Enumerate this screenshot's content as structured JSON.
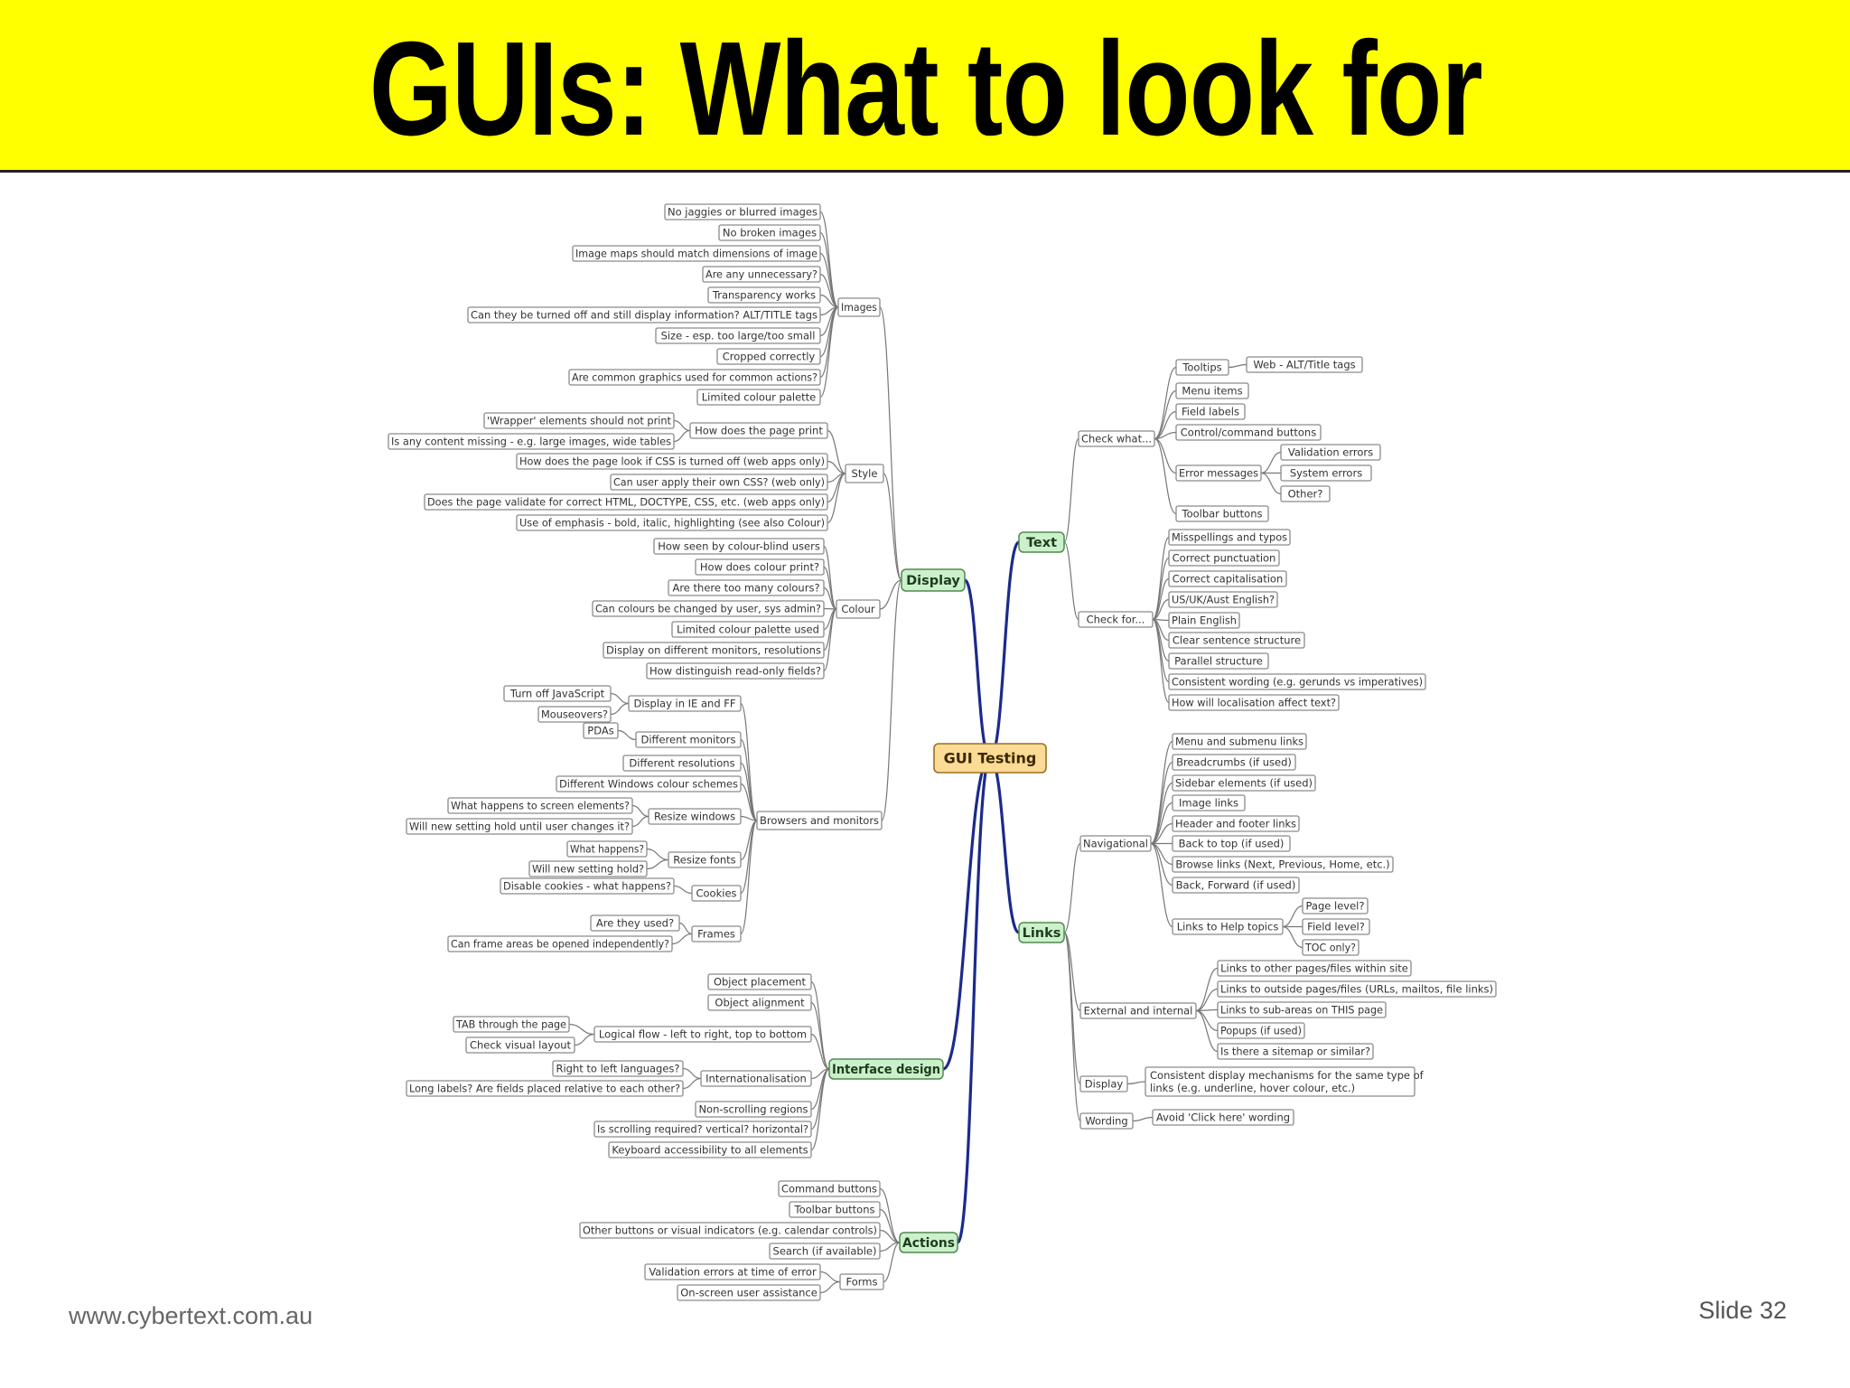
{
  "slide": {
    "title": "GUIs: What to look for",
    "footer_left": "www.cybertext.com.au",
    "footer_right": "Slide 32",
    "colors": {
      "header": "#ffff00",
      "branch_fill": "#ccf0cc",
      "root_fill": "#fbdb95",
      "main_line": "#1c2a8c"
    }
  },
  "mindmap": {
    "root": "GUI Testing",
    "branches": [
      {
        "label": "Display",
        "children": [
          {
            "label": "Images",
            "children": [
              {
                "label": "No jaggies or blurred images"
              },
              {
                "label": "No broken images"
              },
              {
                "label": "Image maps should match dimensions of image"
              },
              {
                "label": "Are any unnecessary?"
              },
              {
                "label": "Transparency works"
              },
              {
                "label": "Can they be turned off and still display information? ALT/TITLE tags"
              },
              {
                "label": "Size - esp. too large/too small"
              },
              {
                "label": "Cropped correctly"
              },
              {
                "label": "Are common graphics used for common actions?"
              },
              {
                "label": "Limited colour palette"
              }
            ]
          },
          {
            "label": "Style",
            "children": [
              {
                "label": "How does the page print",
                "children": [
                  {
                    "label": "'Wrapper' elements should not print"
                  },
                  {
                    "label": "Is any content missing - e.g. large images, wide tables"
                  }
                ]
              },
              {
                "label": "How does the page look if CSS is turned off (web apps only)"
              },
              {
                "label": "Can user apply their own CSS? (web only)"
              },
              {
                "label": "Does the page validate for correct HTML, DOCTYPE, CSS, etc. (web apps only)"
              },
              {
                "label": "Use of emphasis - bold, italic, highlighting (see also Colour)"
              }
            ]
          },
          {
            "label": "Colour",
            "children": [
              {
                "label": "How seen by colour-blind users"
              },
              {
                "label": "How does colour print?"
              },
              {
                "label": "Are there too many colours?"
              },
              {
                "label": "Can colours be changed by user, sys admin?"
              },
              {
                "label": "Limited colour palette used"
              },
              {
                "label": "Display on different monitors, resolutions"
              },
              {
                "label": "How distinguish read-only fields?"
              }
            ]
          },
          {
            "label": "Browsers and monitors",
            "children": [
              {
                "label": "Display in IE and FF",
                "children": [
                  {
                    "label": "Turn off JavaScript"
                  },
                  {
                    "label": "Mouseovers?"
                  }
                ]
              },
              {
                "label": "Different monitors",
                "children": [
                  {
                    "label": "PDAs"
                  }
                ]
              },
              {
                "label": "Different resolutions"
              },
              {
                "label": "Different Windows colour schemes"
              },
              {
                "label": "Resize windows",
                "children": [
                  {
                    "label": "What happens to screen elements?"
                  },
                  {
                    "label": "Will new setting hold until user changes it?"
                  }
                ]
              },
              {
                "label": "Resize fonts",
                "children": [
                  {
                    "label": "What happens?"
                  },
                  {
                    "label": "Will new setting hold?"
                  }
                ]
              },
              {
                "label": "Cookies",
                "children": [
                  {
                    "label": "Disable cookies - what happens?"
                  }
                ]
              },
              {
                "label": "Frames",
                "children": [
                  {
                    "label": "Are they used?"
                  },
                  {
                    "label": "Can frame areas be opened independently?"
                  }
                ]
              }
            ]
          }
        ]
      },
      {
        "label": "Interface design",
        "children": [
          {
            "label": "Object placement"
          },
          {
            "label": "Object alignment"
          },
          {
            "label": "Logical flow - left to right, top to bottom",
            "children": [
              {
                "label": "TAB through the page"
              },
              {
                "label": "Check visual layout"
              }
            ]
          },
          {
            "label": "Internationalisation",
            "children": [
              {
                "label": "Right to left languages?"
              },
              {
                "label": "Long labels? Are fields placed relative to each other?"
              }
            ]
          },
          {
            "label": "Non-scrolling regions"
          },
          {
            "label": "Is scrolling required? vertical? horizontal?"
          },
          {
            "label": "Keyboard accessibility to all elements"
          }
        ]
      },
      {
        "label": "Actions",
        "children": [
          {
            "label": "Command buttons"
          },
          {
            "label": "Toolbar buttons"
          },
          {
            "label": "Other buttons or visual indicators (e.g. calendar controls)"
          },
          {
            "label": "Search (if available)"
          },
          {
            "label": "Forms",
            "children": [
              {
                "label": "Validation errors at time of error"
              },
              {
                "label": "On-screen user assistance"
              }
            ]
          }
        ]
      },
      {
        "label": "Text",
        "children": [
          {
            "label": "Check what...",
            "children": [
              {
                "label": "Tooltips",
                "children": [
                  {
                    "label": "Web - ALT/Title tags"
                  }
                ]
              },
              {
                "label": "Menu items"
              },
              {
                "label": "Field labels"
              },
              {
                "label": "Control/command buttons"
              },
              {
                "label": "Error messages",
                "children": [
                  {
                    "label": "Validation errors"
                  },
                  {
                    "label": "System errors"
                  },
                  {
                    "label": "Other?"
                  }
                ]
              },
              {
                "label": "Toolbar buttons"
              }
            ]
          },
          {
            "label": "Check for...",
            "children": [
              {
                "label": "Misspellings and typos"
              },
              {
                "label": "Correct punctuation"
              },
              {
                "label": "Correct capitalisation"
              },
              {
                "label": "US/UK/Aust English?"
              },
              {
                "label": "Plain English"
              },
              {
                "label": "Clear sentence structure"
              },
              {
                "label": "Parallel structure"
              },
              {
                "label": "Consistent wording (e.g. gerunds vs imperatives)"
              },
              {
                "label": "How will localisation affect text?"
              }
            ]
          }
        ]
      },
      {
        "label": "Links",
        "children": [
          {
            "label": "Navigational",
            "children": [
              {
                "label": "Menu and submenu links"
              },
              {
                "label": "Breadcrumbs (if used)"
              },
              {
                "label": "Sidebar elements (if used)"
              },
              {
                "label": "Image links"
              },
              {
                "label": "Header and footer links"
              },
              {
                "label": "Back to top (if used)"
              },
              {
                "label": "Browse links (Next, Previous, Home, etc.)"
              },
              {
                "label": "Back, Forward (if used)"
              },
              {
                "label": "Links to Help topics",
                "children": [
                  {
                    "label": "Page level?"
                  },
                  {
                    "label": "Field level?"
                  },
                  {
                    "label": "TOC only?"
                  }
                ]
              }
            ]
          },
          {
            "label": "External and internal",
            "children": [
              {
                "label": "Links to other pages/files within site"
              },
              {
                "label": "Links to outside pages/files (URLs, mailtos, file links)"
              },
              {
                "label": "Links to sub-areas on THIS page"
              },
              {
                "label": "Popups (if used)"
              },
              {
                "label": "Is there a sitemap or similar?"
              }
            ]
          },
          {
            "label": "Display",
            "children": [
              {
                "label": "Consistent display mechanisms for the same type of links (e.g. underline, hover colour, etc.)"
              }
            ]
          },
          {
            "label": "Wording",
            "children": [
              {
                "label": "Avoid 'Click here' wording"
              }
            ]
          }
        ]
      }
    ]
  }
}
